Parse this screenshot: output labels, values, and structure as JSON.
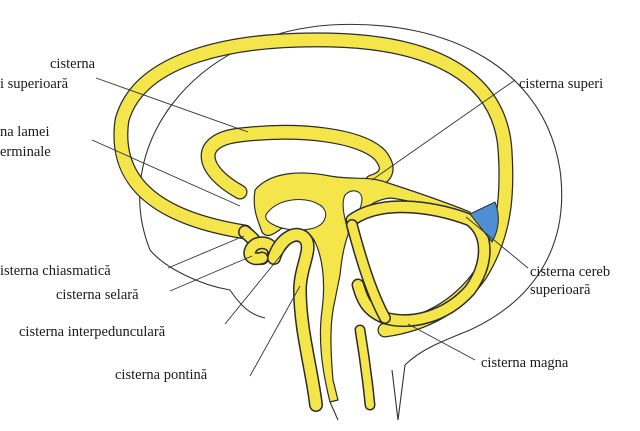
{
  "labels": {
    "cisterna_line1": "cisterna",
    "cisterna_sup_left": "i superioară",
    "lamei_line1": "na lamei",
    "lamei_line2": "erminale",
    "cisterna_superi_right": "cisterna superi",
    "chiasmatica": "isterna chiasmatică",
    "selara": "cisterna selară",
    "interpedunculara": "cisterna interpedunculară",
    "pontina": "cisterna pontină",
    "cerebel_line1": "cisterna cereb",
    "cerebel_line2": "superioară",
    "magna": "cisterna magna"
  },
  "colors": {
    "csf_yellow": "#f4e64a",
    "cistern_blue": "#4d8fd1",
    "outline": "#333333"
  }
}
